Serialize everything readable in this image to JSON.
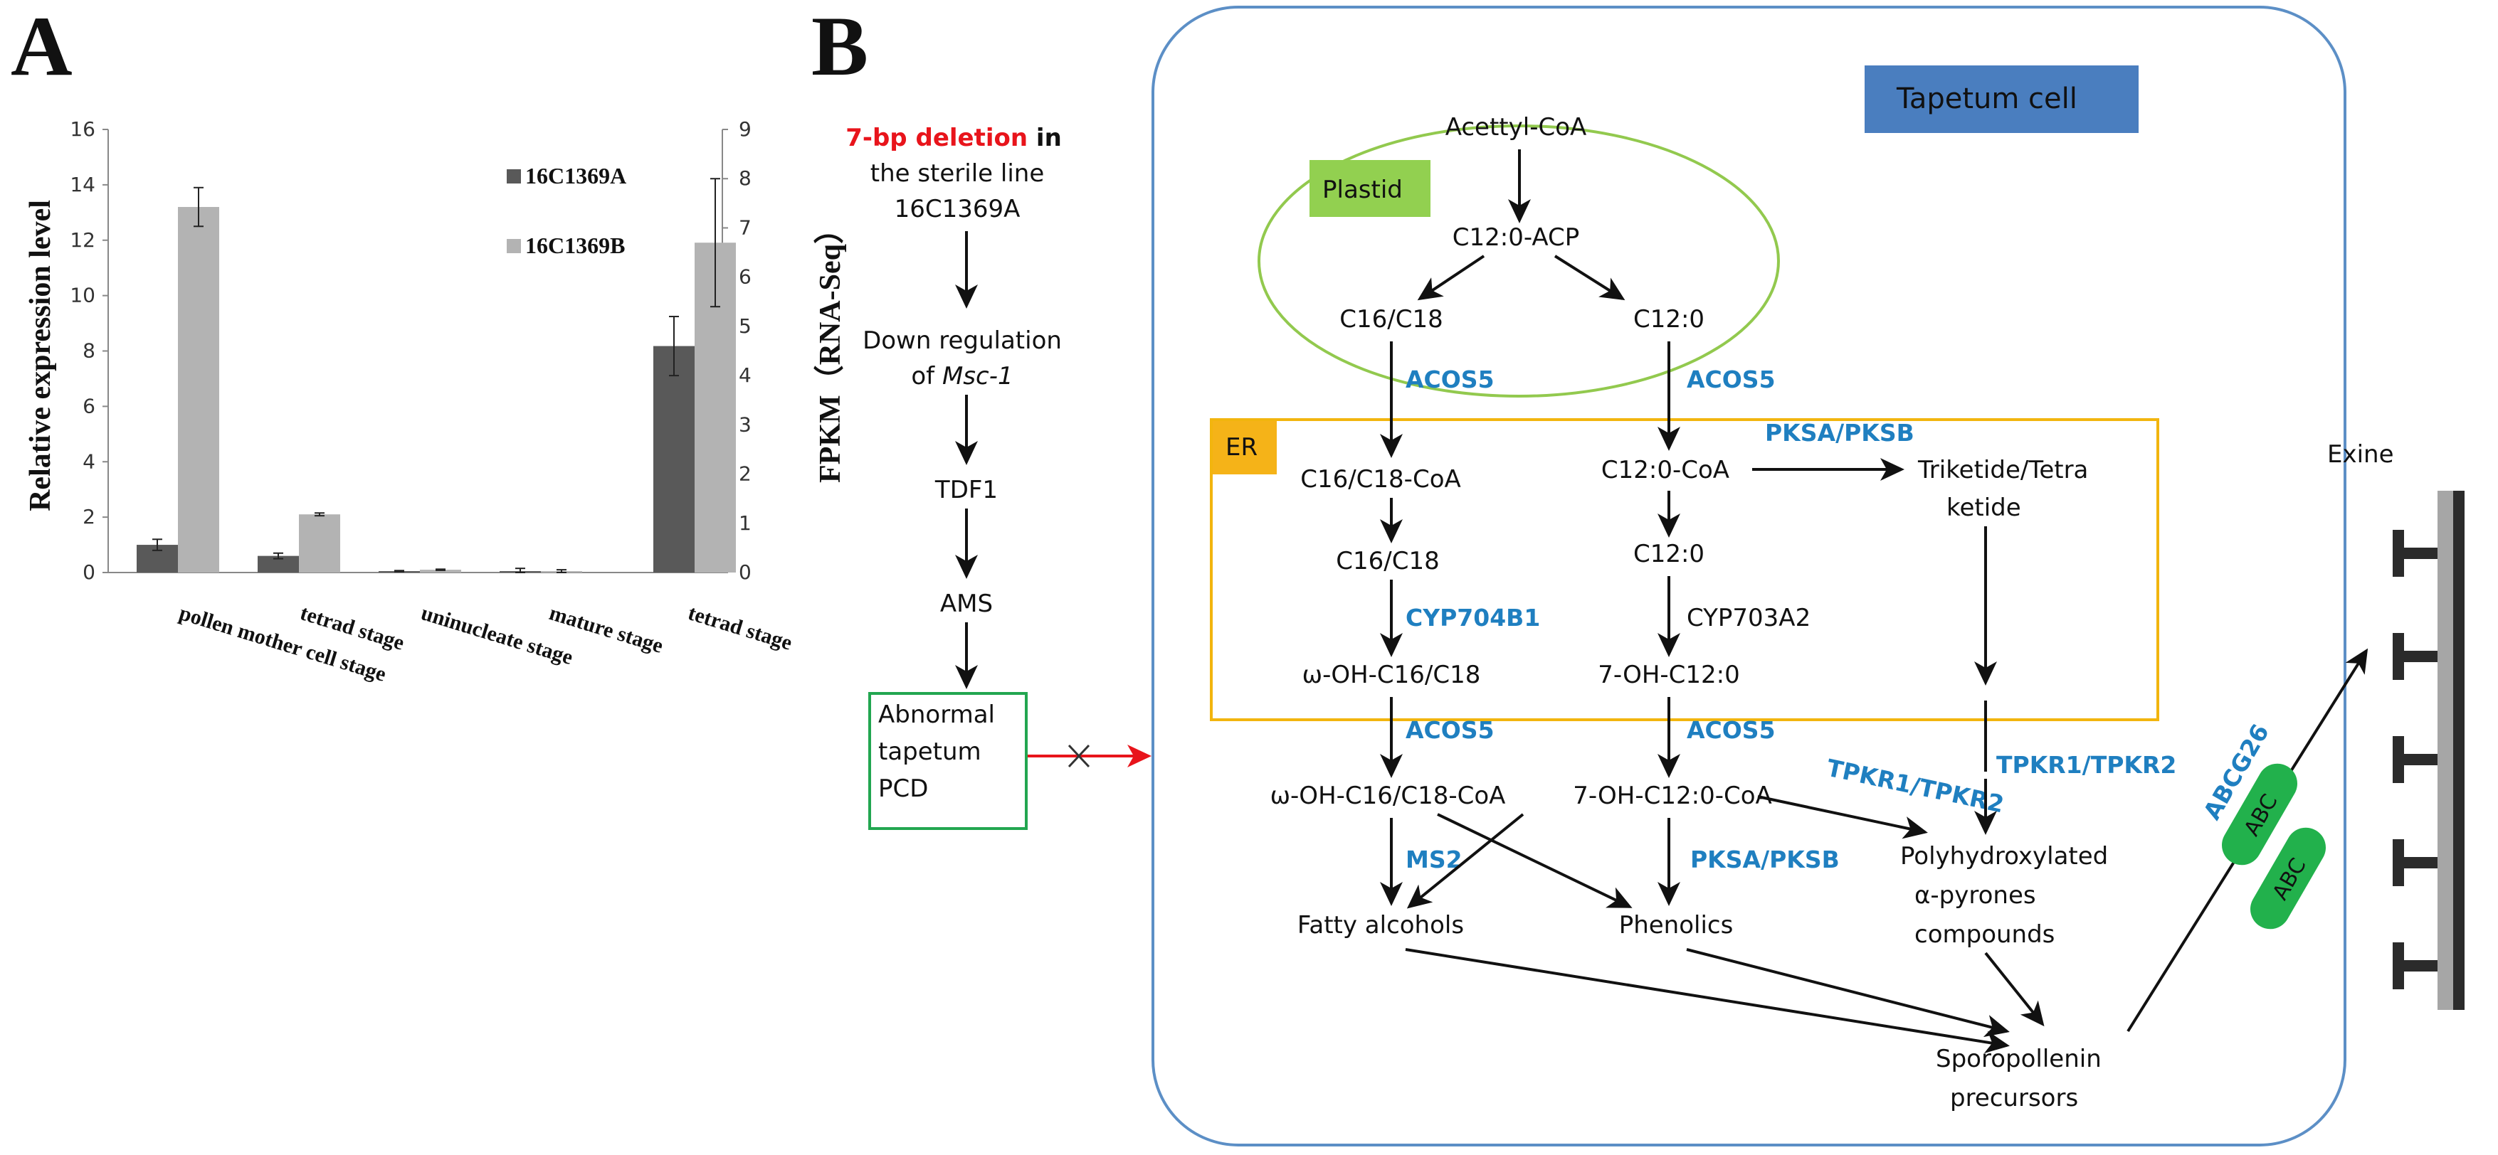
{
  "panel_a": {
    "letter": "A",
    "ylabel_left": "Relative expression level",
    "ylabel_right": "FPKM（RNA-Seq）",
    "legend": [
      "16C1369A",
      "16C1369B"
    ]
  },
  "panel_b": {
    "letter": "B",
    "left_chain": {
      "red_text": "7-bp deletion",
      "after_red": " in",
      "line2": "the sterile line",
      "line3": "16C1369A",
      "down_reg_1": "Down regulation",
      "down_reg_2a": "of ",
      "down_reg_2b": "Msc-1",
      "tdf1": "TDF1",
      "ams": "AMS",
      "abnormal_1": "Abnormal",
      "abnormal_2": "tapetum",
      "abnormal_3": "PCD"
    },
    "cell": {
      "title": "Tapetum cell",
      "plastid": "Plastid",
      "er": "ER",
      "acetyl": "Acettyl-CoA",
      "c12acp": "C12:0-ACP",
      "c16c18": "C16/C18",
      "c120": "C12:0",
      "acos5_1": "ACOS5",
      "acos5_2": "ACOS5",
      "c16coa": "C16/C18-CoA",
      "c12coa": "C12:0-CoA",
      "pksa_top": "PKSA/PKSB",
      "triketide_1": "Triketide/Tetra",
      "triketide_2": "ketide",
      "c16c18b": "C16/C18",
      "c120b": "C12:0",
      "cyp704": "CYP704B1",
      "cyp703": "CYP703A2",
      "omega": "ω-OH-C16/C18",
      "oh7": "7-OH-C12:0",
      "acos5_3": "ACOS5",
      "acos5_4": "ACOS5",
      "omega_coa": "ω-OH-C16/C18-CoA",
      "oh7_coa": "7-OH-C12:0-CoA",
      "tpkr_diag": "TPKR1/TPKR2",
      "tpkr_right": "TPKR1/TPKR2",
      "ms2": "MS2",
      "pksa_bottom": "PKSA/PKSB",
      "poly_1": "Polyhydroxylated",
      "poly_2": "α-pyrones",
      "poly_3": "compounds",
      "fatty": "Fatty alcohols",
      "phenolics": "Phenolics",
      "sporo_1": "Sporopollenin",
      "sporo_2": "precursors",
      "abcg26": "ABCG26",
      "abc_1": "ABC",
      "abc_2": "ABC"
    },
    "exine": "Exine"
  },
  "chart_data": {
    "type": "bar",
    "categories": [
      "pollen mother cell stage",
      "tetrad stage",
      "uninucleate stage",
      "mature stage",
      "tetrad stage"
    ],
    "series": [
      {
        "name": "16C1369A",
        "values": [
          1.0,
          0.6,
          0.05,
          0.05,
          4.6
        ],
        "errors": [
          0.2,
          0.1,
          0.02,
          0.1,
          0.6
        ],
        "color": "#595959"
      },
      {
        "name": "16C1369B",
        "values": [
          13.2,
          2.1,
          0.1,
          0.05,
          6.7
        ],
        "errors": [
          0.7,
          0.05,
          0.02,
          0.05,
          1.3
        ],
        "color": "#b3b3b3"
      }
    ],
    "left_axis": {
      "label": "Relative expression level",
      "ylim": [
        0,
        16
      ],
      "ticks": [
        0,
        2,
        4,
        6,
        8,
        10,
        12,
        14,
        16
      ],
      "applies_to": [
        0,
        1,
        2,
        3
      ]
    },
    "right_axis": {
      "label": "FPKM（RNA-Seq）",
      "ylim": [
        0,
        9
      ],
      "ticks": [
        0,
        1,
        2,
        3,
        4,
        5,
        6,
        7,
        8,
        9
      ],
      "applies_to": [
        4
      ]
    },
    "legend": [
      "16C1369A",
      "16C1369B"
    ],
    "legend_position": "top-right",
    "grid": false
  },
  "colors": {
    "bar_dark": "#595959",
    "bar_light": "#b3b3b3",
    "blue_label": "#1f7fc0",
    "red": "#e8141b",
    "plastid_fill": "#92d050",
    "plastid_border": "#92c94e",
    "er_border": "#f2b50e",
    "er_fill": "#f5b318",
    "tapetum_fill": "#4a7ebf",
    "cell_border": "#5c8fc6",
    "abc_green": "#22b14c",
    "abnormal_border": "#22a650",
    "exine_gray": "#a6a6a6"
  }
}
